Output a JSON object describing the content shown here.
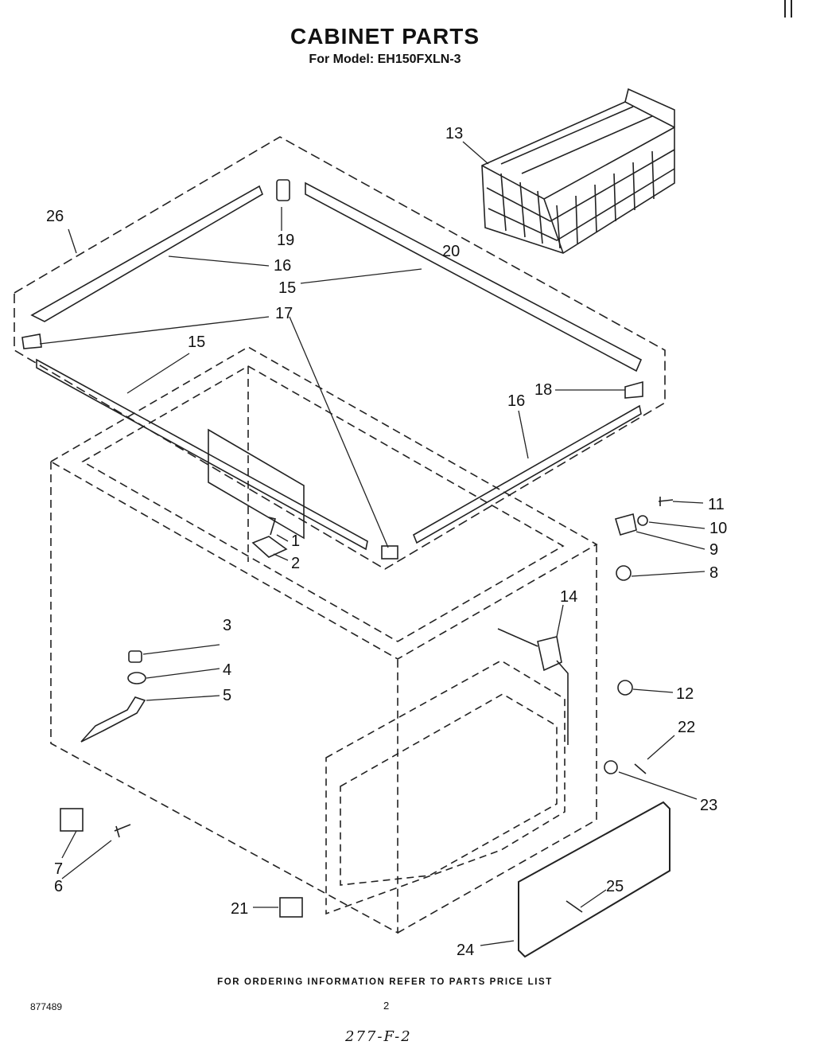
{
  "title": "CABINET PARTS",
  "subtitle": "For Model: EH150FXLN-3",
  "footer": {
    "ordering_note": "FOR ORDERING INFORMATION REFER TO PARTS PRICE LIST",
    "doc_number": "877489",
    "page_number": "2",
    "handwritten": "277-F-2"
  },
  "callouts": [
    "13",
    "26",
    "19",
    "16",
    "20",
    "15",
    "17",
    "15",
    "18",
    "16",
    "11",
    "10",
    "9",
    "1",
    "2",
    "8",
    "14",
    "3",
    "4",
    "5",
    "12",
    "22",
    "23",
    "7",
    "6",
    "25",
    "21",
    "24"
  ]
}
